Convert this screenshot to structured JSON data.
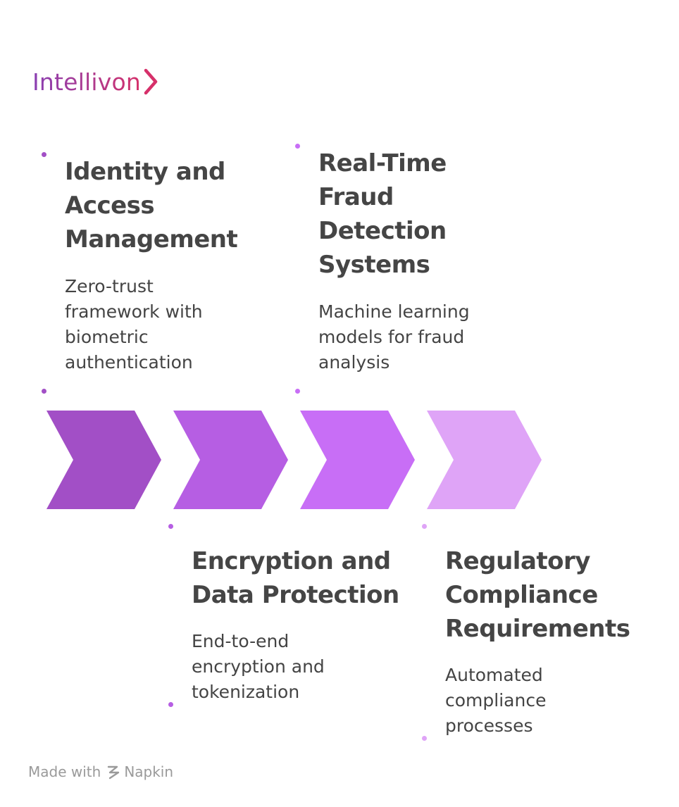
{
  "brand": {
    "name": "Intellivon"
  },
  "steps": [
    {
      "title_lines": [
        "Identity and",
        "Access",
        "Management"
      ],
      "desc_lines": [
        "Zero-trust",
        "framework with",
        "biometric",
        "authentication"
      ],
      "color": "#a24fc6"
    },
    {
      "title_lines": [
        "Encryption and",
        "Data Protection"
      ],
      "desc_lines": [
        "End-to-end",
        "encryption and",
        "tokenization"
      ],
      "color": "#b65ee3"
    },
    {
      "title_lines": [
        "Real-Time",
        "Fraud",
        "Detection",
        "Systems"
      ],
      "desc_lines": [
        "Machine learning",
        "models for fraud",
        "analysis"
      ],
      "color": "#c86ef6"
    },
    {
      "title_lines": [
        "Regulatory",
        "Compliance",
        "Requirements"
      ],
      "desc_lines": [
        "Automated",
        "compliance",
        "processes"
      ],
      "color": "#dfa4f7"
    }
  ],
  "footer": {
    "prefix": "Made with",
    "product": "Napkin",
    "icon": "napkin-icon"
  }
}
